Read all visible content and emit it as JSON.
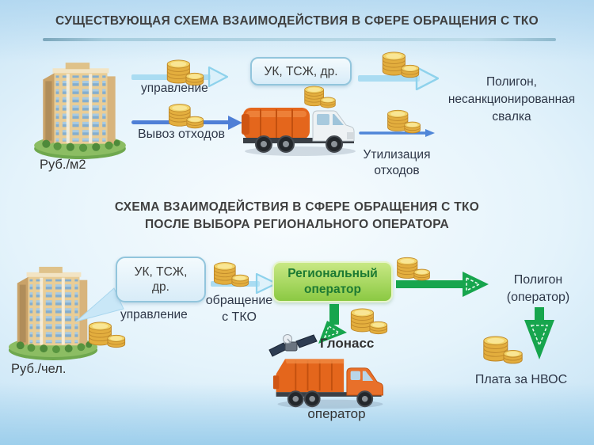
{
  "titles": {
    "main": "СУЩЕСТВУЮЩАЯ СХЕМА ВЗАИМОДЕЙСТВИЯ В СФЕРЕ ОБРАЩЕНИЯ С ТКО",
    "second_line1": "СХЕМА ВЗАИМОДЕЙСТВИЯ В СФЕРЕ ОБРАЩЕНИЯ С ТКО",
    "second_line2": "ПОСЛЕ ВЫБОРА РЕГИОНАЛЬНОГО ОПЕРАТОРА"
  },
  "existing_scheme": {
    "tariff_label": "Руб./м2",
    "management_arrow_label": "управление",
    "uk_box_label": "УК, ТСЖ, др.",
    "waste_removal_arrow_label": "Вывоз отходов",
    "utilization_label": "Утилизация\nотходов",
    "landfill_label": "Полигон,\nнесанкционированная\nсвалка"
  },
  "new_scheme": {
    "tariff_label": "Руб./чел.",
    "uk_box_label": "УК, ТСЖ,\nдр.",
    "management_label": "управление",
    "tko_arrow_label": "обращение\nс ТКО",
    "regional_operator_label": "Региональный\nоператор",
    "landfill_label": "Полигон\n(оператор)",
    "glonass_label": "Глонасс",
    "operator_label": "оператор",
    "nvos_label": "Плата за НВОС"
  },
  "icons": {
    "building": "apartment-building",
    "coins": "gold-coin-stack",
    "truck_existing": "garbage-truck",
    "truck_operator": "garbage-truck-kamaz",
    "satellite": "glonass-satellite"
  },
  "colors": {
    "background_blue": "#c6e3f5",
    "light_arrow": "#aadcf2",
    "blue_arrow": "#4f7fd6",
    "green_arrow": "#17a54d",
    "uk_box_fill": "#d8ecf8",
    "uk_box_border": "#92c5dc",
    "regional_operator_fill": "#8bc943",
    "regional_operator_text": "#1d7a33",
    "coin_gold": "#e9b94a",
    "title_text": "#3f3f3f",
    "label_text": "#2e3748"
  }
}
